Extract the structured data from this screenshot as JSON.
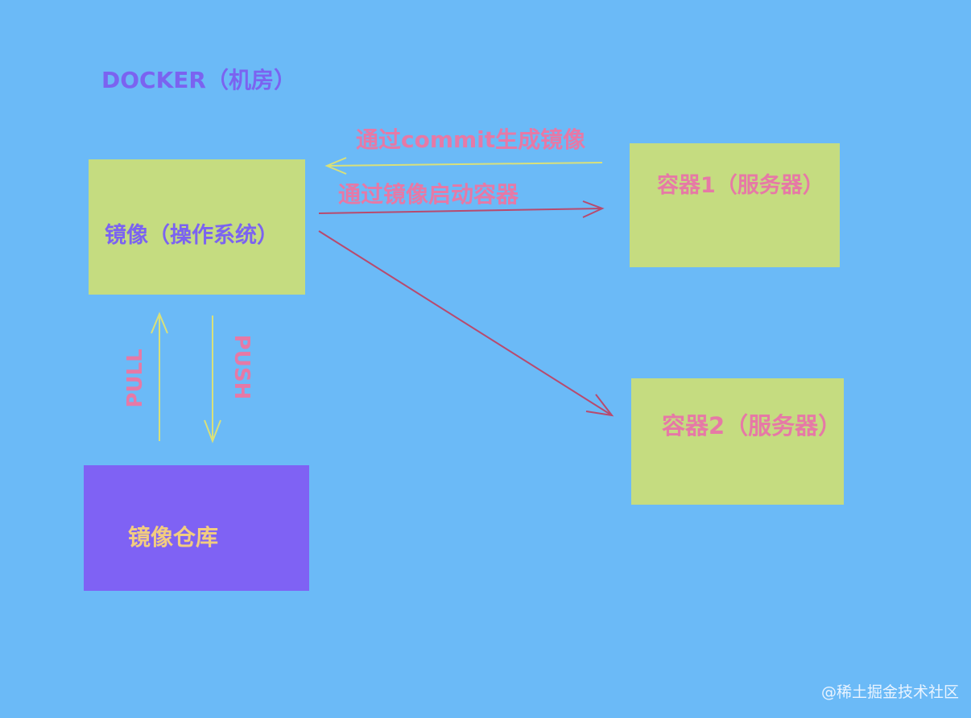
{
  "diagram": {
    "title": "DOCKER（机房）",
    "nodes": {
      "image": "镜像（操作系统）",
      "container1": "容器1（服务器）",
      "container2": "容器2（服务器）",
      "registry": "镜像仓库"
    },
    "edges": {
      "commit": "通过commit生成镜像",
      "start": "通过镜像启动容器",
      "pull": "PULL",
      "push": "PUSH"
    },
    "colors": {
      "background": "#6bbaf7",
      "node_fill": "#c5dc80",
      "registry_fill": "#7f62f4",
      "purple_text": "#7b63f0",
      "pink_text": "#e679a6",
      "registry_text": "#f2cc80",
      "yellow_arrow": "#d9e07a",
      "red_arrow": "#b84a6e"
    }
  },
  "watermark": "@稀土掘金技术社区"
}
